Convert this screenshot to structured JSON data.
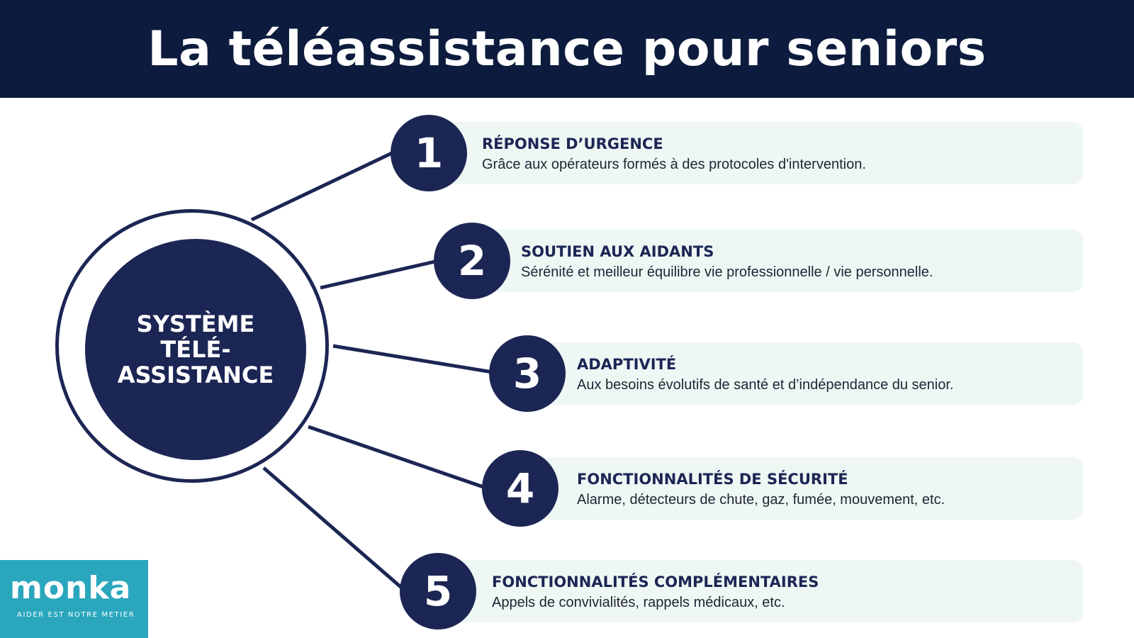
{
  "header": {
    "title": "La téléassistance pour seniors"
  },
  "center": {
    "line1": "SYSTÈME",
    "line2": "TÉLÉ-",
    "line3": "ASSISTANCE"
  },
  "items": [
    {
      "number": "1",
      "title": "RÉPONSE D’URGENCE",
      "desc": "Grâce aux opérateurs formés à des protocoles d'intervention."
    },
    {
      "number": "2",
      "title": "SOUTIEN AUX AIDANTS",
      "desc": "Sérénité et meilleur équilibre vie professionnelle / vie personnelle."
    },
    {
      "number": "3",
      "title": "ADAPTIVITÉ",
      "desc": "Aux besoins évolutifs de santé et d’indépendance du senior."
    },
    {
      "number": "4",
      "title": "FONCTIONNALITÉS DE SÉCURITÉ",
      "desc": "Alarme, détecteurs de chute, gaz, fumée, mouvement, etc."
    },
    {
      "number": "5",
      "title": "FONCTIONNALITÉS COMPLÉMENTAIRES",
      "desc": "Appels de convivialités, rappels médicaux, etc."
    }
  ],
  "logo": {
    "brand": "monka",
    "tagline": "AIDER EST NOTRE METIER"
  },
  "colors": {
    "navy": "#0d1b3e",
    "circle": "#1c2654",
    "card": "#eef7f4",
    "logo_bg": "#2aa7bd"
  }
}
